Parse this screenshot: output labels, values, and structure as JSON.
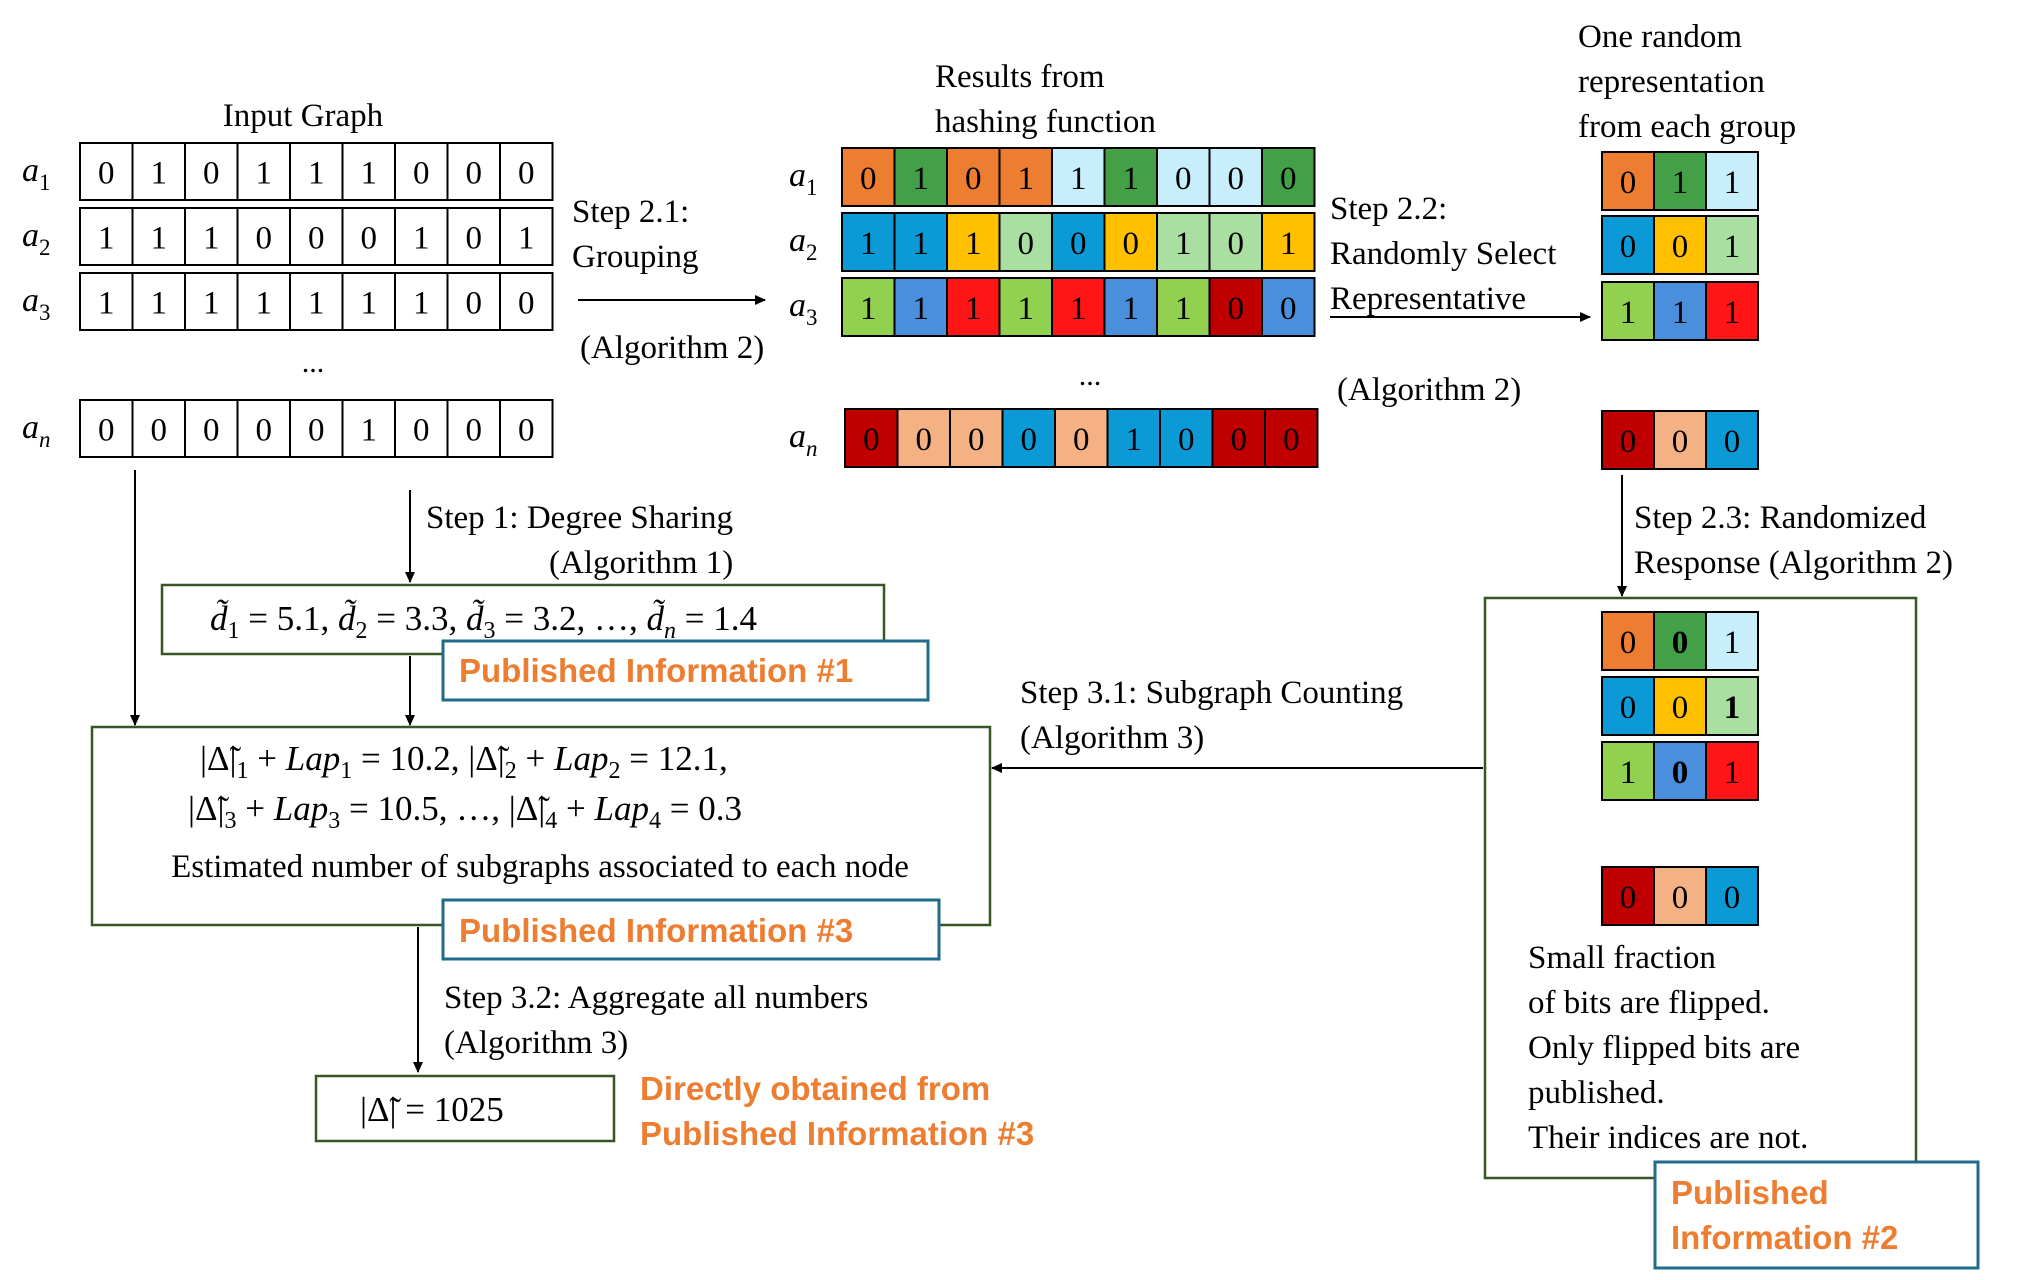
{
  "input_graph": {
    "title": "Input Graph",
    "rows": [
      {
        "sub": "1",
        "bits": [
          "0",
          "1",
          "0",
          "1",
          "1",
          "1",
          "0",
          "0",
          "0"
        ]
      },
      {
        "sub": "2",
        "bits": [
          "1",
          "1",
          "1",
          "0",
          "0",
          "0",
          "1",
          "0",
          "1"
        ]
      },
      {
        "sub": "3",
        "bits": [
          "1",
          "1",
          "1",
          "1",
          "1",
          "1",
          "1",
          "0",
          "0"
        ]
      },
      {
        "sub": "n",
        "bits": [
          "0",
          "0",
          "0",
          "0",
          "0",
          "1",
          "0",
          "0",
          "0"
        ]
      }
    ],
    "ellipsis": "..."
  },
  "hashing": {
    "title_line1": "Results from",
    "title_line2": "hashing function",
    "rows": [
      {
        "sub": "1",
        "bits": [
          "0",
          "1",
          "0",
          "1",
          "1",
          "1",
          "0",
          "0",
          "0"
        ]
      },
      {
        "sub": "2",
        "bits": [
          "1",
          "1",
          "1",
          "0",
          "0",
          "0",
          "1",
          "0",
          "1"
        ]
      },
      {
        "sub": "3",
        "bits": [
          "1",
          "1",
          "1",
          "1",
          "1",
          "1",
          "1",
          "0",
          "0"
        ]
      },
      {
        "sub": "n",
        "bits": [
          "0",
          "0",
          "0",
          "0",
          "0",
          "1",
          "0",
          "0",
          "0"
        ]
      }
    ],
    "colors": [
      [
        "#ed7d31",
        "#44a046",
        "#ed7d31",
        "#ed7d31",
        "#c7eefa",
        "#44a046",
        "#c7eefa",
        "#c7eefa",
        "#44a046"
      ],
      [
        "#0b9ad6",
        "#0b9ad6",
        "#ffc000",
        "#a9dfa0",
        "#0b9ad6",
        "#ffc000",
        "#a9dfa0",
        "#a9dfa0",
        "#ffc000"
      ],
      [
        "#92d050",
        "#4a8fdc",
        "#ff1515",
        "#92d050",
        "#ff1515",
        "#4a8fdc",
        "#92d050",
        "#c00000",
        "#4a8fdc"
      ],
      [
        "#c00000",
        "#f4b183",
        "#f4b183",
        "#0b9ad6",
        "#f4b183",
        "#0b9ad6",
        "#0b9ad6",
        "#c00000",
        "#c00000"
      ]
    ],
    "ellipsis": "..."
  },
  "representative": {
    "title_line1": "One random",
    "title_line2": "representation",
    "title_line3": "from each group",
    "rows": [
      {
        "bits": [
          "0",
          "1",
          "1"
        ],
        "colors": [
          "#ed7d31",
          "#44a046",
          "#c7eefa"
        ]
      },
      {
        "bits": [
          "0",
          "0",
          "1"
        ],
        "colors": [
          "#0b9ad6",
          "#ffc000",
          "#a9dfa0"
        ]
      },
      {
        "bits": [
          "1",
          "1",
          "1"
        ],
        "colors": [
          "#92d050",
          "#4a8fdc",
          "#ff1515"
        ]
      },
      {
        "bits": [
          "0",
          "0",
          "0"
        ],
        "colors": [
          "#c00000",
          "#f4b183",
          "#0b9ad6"
        ]
      }
    ]
  },
  "randomized": {
    "rows": [
      {
        "bits": [
          "0",
          "0",
          "1"
        ],
        "bold": [
          false,
          true,
          false
        ],
        "colors": [
          "#ed7d31",
          "#44a046",
          "#c7eefa"
        ]
      },
      {
        "bits": [
          "0",
          "0",
          "1"
        ],
        "bold": [
          false,
          false,
          true
        ],
        "colors": [
          "#0b9ad6",
          "#ffc000",
          "#a9dfa0"
        ]
      },
      {
        "bits": [
          "1",
          "0",
          "1"
        ],
        "bold": [
          false,
          true,
          false
        ],
        "colors": [
          "#92d050",
          "#4a8fdc",
          "#ff1515"
        ]
      },
      {
        "bits": [
          "0",
          "0",
          "0"
        ],
        "bold": [
          false,
          false,
          false
        ],
        "colors": [
          "#c00000",
          "#f4b183",
          "#0b9ad6"
        ]
      }
    ],
    "note_lines": [
      "Small fraction",
      "of bits are flipped.",
      "Only flipped bits are",
      "published.",
      "Their indices are not."
    ]
  },
  "steps": {
    "step21_line1": "Step 2.1:",
    "step21_line2": "Grouping",
    "step21_alg": "(Algorithm 2)",
    "step22_line1": "Step 2.2:",
    "step22_line2": "Randomly Select",
    "step22_line3": "Representative",
    "step22_alg": "(Algorithm 2)",
    "step1_line1": "Step 1: Degree Sharing",
    "step1_line2": "(Algorithm 1)",
    "step23_line1": "Step 2.3: Randomized",
    "step23_line2": "Response (Algorithm 2)",
    "step31_line1": "Step 3.1: Subgraph Counting",
    "step31_line2": "(Algorithm 3)",
    "step32_line1": "Step 3.2: Aggregate all numbers",
    "step32_line2": "(Algorithm 3)"
  },
  "degrees": {
    "values": [
      "5.1",
      "3.3",
      "3.2",
      "1.4"
    ]
  },
  "subgraph_box": {
    "vals": [
      "10.2",
      "12.1",
      "10.5",
      "0.3"
    ],
    "desc": "Estimated number of subgraphs associated to each node"
  },
  "total": {
    "value": "1025"
  },
  "published": {
    "p1": "Published Information #1",
    "p2_line1": "Published",
    "p2_line2": "Information #2",
    "p3": "Published Information #3",
    "direct_line1": "Directly obtained from",
    "direct_line2": "Published Information #3"
  },
  "colors": {
    "green_box": "#375623",
    "blue_box": "#1f6b8a",
    "orange_text": "#ed7d31"
  }
}
